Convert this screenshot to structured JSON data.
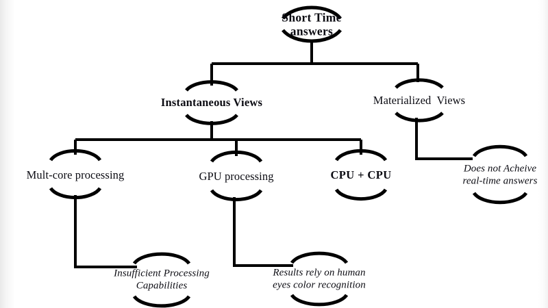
{
  "diagram": {
    "title": "Short Time answers hierarchy",
    "type": "tree-diagram",
    "line_color": "#000000",
    "text_color": "#0b0b12",
    "background": "#ffffff",
    "nodes": {
      "root": {
        "label": "Short Time\nanswers",
        "style": "bold",
        "level": 0
      },
      "instantaneous_views": {
        "label": "Instantaneous Views",
        "style": "bold",
        "level": 1
      },
      "materialized_views": {
        "label": "Materialized  Views",
        "style": "regular",
        "level": 1
      },
      "multi_core": {
        "label": "Mult-core processing",
        "style": "regular",
        "level": 2
      },
      "gpu": {
        "label": "GPU processing",
        "style": "regular",
        "level": 2
      },
      "cpu_plus_cpu": {
        "label": "CPU + CPU",
        "style": "bold",
        "level": 2
      },
      "not_realtime": {
        "label": "Does not Acheive\nreal-time answers",
        "style": "italic",
        "level": 2
      },
      "insufficient": {
        "label": "Insufficient Processing\nCapabilities",
        "style": "italic",
        "level": 3
      },
      "human_eyes": {
        "label": "Results rely on human\neyes color recognition",
        "style": "italic",
        "level": 3
      }
    },
    "edges": [
      {
        "from": "root",
        "to": "instantaneous_views"
      },
      {
        "from": "root",
        "to": "materialized_views"
      },
      {
        "from": "instantaneous_views",
        "to": "multi_core"
      },
      {
        "from": "instantaneous_views",
        "to": "gpu"
      },
      {
        "from": "instantaneous_views",
        "to": "cpu_plus_cpu"
      },
      {
        "from": "materialized_views",
        "to": "not_realtime"
      },
      {
        "from": "multi_core",
        "to": "insufficient"
      },
      {
        "from": "gpu",
        "to": "human_eyes"
      }
    ]
  }
}
